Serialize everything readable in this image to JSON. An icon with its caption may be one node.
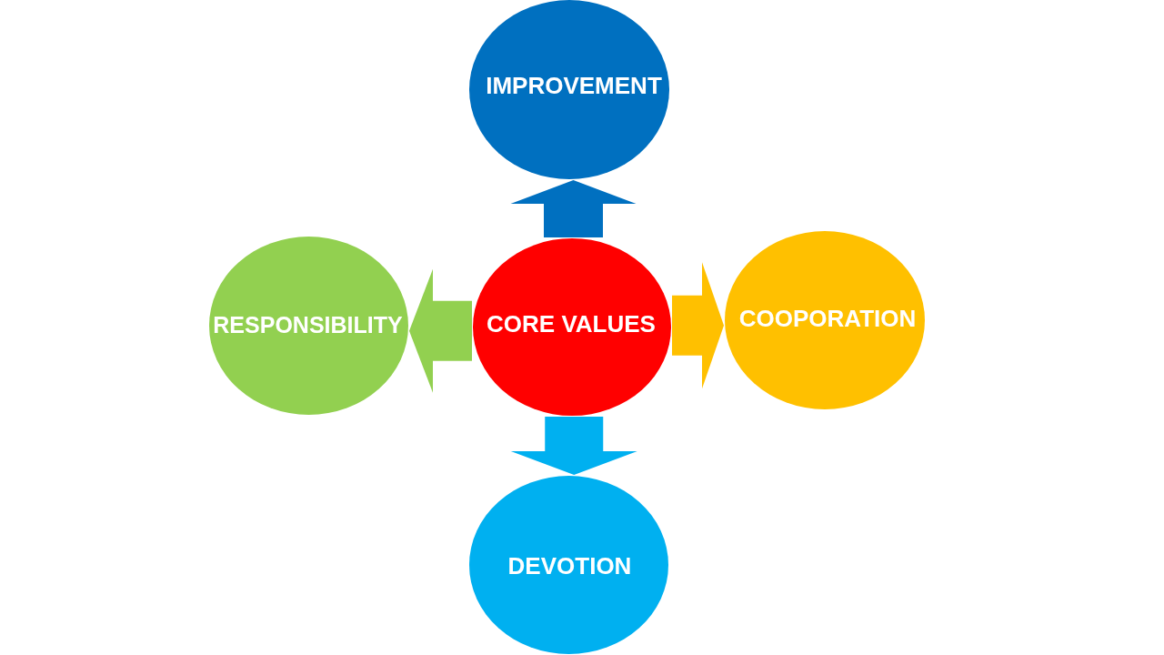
{
  "diagram": {
    "nodes": [
      {
        "text": [
          "IMPROVEMENT"
        ]
      },
      {
        "text": [
          "RESPONSIBILITY"
        ]
      },
      {
        "text": [
          "CORE VALUES"
        ]
      },
      {
        "text": [
          "COOPORATION"
        ]
      },
      {
        "text": [
          "DEVOTION"
        ]
      }
    ],
    "edges": [
      {
        "from": 2,
        "to": 0,
        "arrow": "to",
        "color": "#0070c0"
      },
      {
        "from": 2,
        "to": 1,
        "arrow": "to",
        "color": "#92d050"
      },
      {
        "from": 2,
        "to": 3,
        "arrow": "to",
        "color": "#ffc000"
      },
      {
        "from": 2,
        "to": 4,
        "arrow": "to",
        "color": "#00b0f0"
      }
    ]
  }
}
